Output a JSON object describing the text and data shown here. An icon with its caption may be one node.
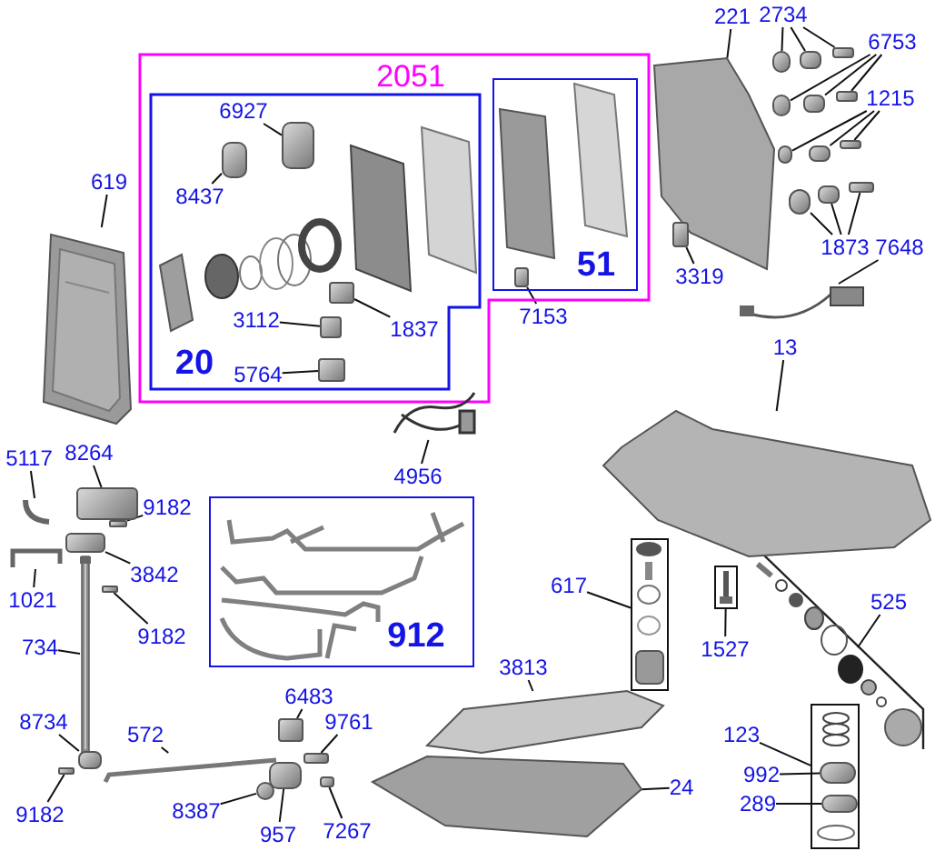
{
  "diagram": {
    "nodes": [
      {
        "text": [
          "2051"
        ]
      },
      {
        "text": [
          "20"
        ],
        "in": 0
      },
      {
        "text": [
          "51"
        ],
        "in": 0
      },
      {
        "text": [
          "6927"
        ],
        "in": 1
      },
      {
        "text": [],
        "shape": "picture",
        "in": 1
      },
      {
        "text": [
          "8437"
        ],
        "in": 1
      },
      {
        "text": [],
        "shape": "picture",
        "in": 1
      },
      {
        "text": [
          "3112"
        ],
        "in": 1
      },
      {
        "text": [],
        "shape": "picture",
        "in": 1
      },
      {
        "text": [
          "1837"
        ],
        "in": 1
      },
      {
        "text": [],
        "shape": "picture",
        "in": 1
      },
      {
        "text": [
          "5764"
        ],
        "in": 1
      },
      {
        "text": [],
        "shape": "picture",
        "in": 1
      },
      {
        "text": [
          "7153"
        ]
      },
      {
        "text": [],
        "shape": "picture",
        "in": 2
      },
      {
        "text": [
          "619"
        ]
      },
      {
        "text": [],
        "shape": "picture"
      },
      {
        "text": [
          "221"
        ]
      },
      {
        "text": [],
        "shape": "picture"
      },
      {
        "text": [
          "2734"
        ]
      },
      {
        "text": [
          "6753"
        ]
      },
      {
        "text": [
          "1215"
        ]
      },
      {
        "text": [],
        "shape": "picture"
      },
      {
        "text": [],
        "shape": "picture"
      },
      {
        "text": [],
        "shape": "picture"
      },
      {
        "text": [],
        "shape": "picture"
      },
      {
        "text": [],
        "shape": "picture"
      },
      {
        "text": [],
        "shape": "picture"
      },
      {
        "text": [],
        "shape": "picture"
      },
      {
        "text": [],
        "shape": "picture"
      },
      {
        "text": [],
        "shape": "picture"
      },
      {
        "text": [],
        "shape": "picture"
      },
      {
        "text": [],
        "shape": "picture"
      },
      {
        "text": [],
        "shape": "picture"
      },
      {
        "text": [
          "1873"
        ]
      },
      {
        "text": [
          "7648"
        ]
      },
      {
        "text": [],
        "shape": "picture"
      },
      {
        "text": [
          "3319"
        ]
      },
      {
        "text": [],
        "shape": "picture"
      },
      {
        "text": [
          "13"
        ]
      },
      {
        "text": [],
        "shape": "picture"
      },
      {
        "text": [
          "4956"
        ]
      },
      {
        "text": [],
        "shape": "picture"
      },
      {
        "text": [
          "912"
        ]
      },
      {
        "text": [
          "5117"
        ]
      },
      {
        "text": [],
        "shape": "picture"
      },
      {
        "text": [
          "8264"
        ]
      },
      {
        "text": [],
        "shape": "picture"
      },
      {
        "text": [
          "9182"
        ]
      },
      {
        "text": [],
        "shape": "picture"
      },
      {
        "text": [
          "3842"
        ]
      },
      {
        "text": [],
        "shape": "picture"
      },
      {
        "text": [
          "1021"
        ]
      },
      {
        "text": [],
        "shape": "picture"
      },
      {
        "text": [
          "9182"
        ]
      },
      {
        "text": [],
        "shape": "picture"
      },
      {
        "text": [
          "734"
        ]
      },
      {
        "text": [],
        "shape": "picture"
      },
      {
        "text": [
          "8734"
        ]
      },
      {
        "text": [],
        "shape": "picture"
      },
      {
        "text": [
          "9182"
        ]
      },
      {
        "text": [],
        "shape": "picture"
      },
      {
        "text": [
          "572"
        ]
      },
      {
        "text": [],
        "shape": "picture"
      },
      {
        "text": [
          "6483"
        ]
      },
      {
        "text": [],
        "shape": "picture"
      },
      {
        "text": [
          "9761"
        ]
      },
      {
        "text": [],
        "shape": "picture"
      },
      {
        "text": [
          "8387"
        ]
      },
      {
        "text": [],
        "shape": "picture"
      },
      {
        "text": [
          "957"
        ]
      },
      {
        "text": [],
        "shape": "picture"
      },
      {
        "text": [
          "7267"
        ]
      },
      {
        "text": [],
        "shape": "picture"
      },
      {
        "text": [
          "617"
        ]
      },
      {
        "text": [],
        "shape": "box"
      },
      {
        "text": [
          "1527"
        ]
      },
      {
        "text": [],
        "shape": "box"
      },
      {
        "text": [
          "525"
        ]
      },
      {
        "text": [
          "3813"
        ]
      },
      {
        "text": [],
        "shape": "picture"
      },
      {
        "text": [
          "24"
        ]
      },
      {
        "text": [],
        "shape": "picture"
      },
      {
        "text": [
          "123"
        ]
      },
      {
        "text": [],
        "shape": "box"
      },
      {
        "text": [
          "992"
        ]
      },
      {
        "text": [],
        "shape": "picture",
        "in": 84
      },
      {
        "text": [
          "289"
        ]
      },
      {
        "text": [],
        "shape": "picture",
        "in": 84
      }
    ],
    "edges": [
      {
        "from": 3,
        "to": 4,
        "arrow": "none"
      },
      {
        "from": 5,
        "to": 6,
        "arrow": "none"
      },
      {
        "from": 7,
        "to": 8,
        "arrow": "none"
      },
      {
        "from": 9,
        "to": 10,
        "arrow": "none"
      },
      {
        "from": 11,
        "to": 12,
        "arrow": "none"
      },
      {
        "from": 13,
        "to": 14,
        "arrow": "none"
      },
      {
        "from": 15,
        "to": 16,
        "arrow": "none"
      },
      {
        "from": 17,
        "to": 18,
        "arrow": "none"
      },
      {
        "from": 19,
        "to": 22,
        "arrow": "none"
      },
      {
        "from": 19,
        "to": 23,
        "arrow": "none"
      },
      {
        "from": 19,
        "to": 24,
        "arrow": "none"
      },
      {
        "from": 20,
        "to": 25,
        "arrow": "none"
      },
      {
        "from": 20,
        "to": 26,
        "arrow": "none"
      },
      {
        "from": 20,
        "to": 27,
        "arrow": "none"
      },
      {
        "from": 21,
        "to": 28,
        "arrow": "none"
      },
      {
        "from": 21,
        "to": 29,
        "arrow": "none"
      },
      {
        "from": 21,
        "to": 30,
        "arrow": "none"
      },
      {
        "from": 34,
        "to": 31,
        "arrow": "none"
      },
      {
        "from": 34,
        "to": 32,
        "arrow": "none"
      },
      {
        "from": 34,
        "to": 33,
        "arrow": "none"
      },
      {
        "from": 35,
        "to": 36,
        "arrow": "none"
      },
      {
        "from": 37,
        "to": 38,
        "arrow": "none"
      },
      {
        "from": 39,
        "to": 40,
        "arrow": "none"
      },
      {
        "from": 41,
        "to": 42,
        "arrow": "none"
      },
      {
        "from": 44,
        "to": 45,
        "arrow": "none"
      },
      {
        "from": 46,
        "to": 47,
        "arrow": "none"
      },
      {
        "from": 48,
        "to": 49,
        "arrow": "none"
      },
      {
        "from": 50,
        "to": 51,
        "arrow": "none"
      },
      {
        "from": 52,
        "to": 53,
        "arrow": "none"
      },
      {
        "from": 54,
        "to": 55,
        "arrow": "none"
      },
      {
        "from": 56,
        "to": 57,
        "arrow": "none"
      },
      {
        "from": 58,
        "to": 59,
        "arrow": "none"
      },
      {
        "from": 60,
        "to": 61,
        "arrow": "none"
      },
      {
        "from": 62,
        "to": 63,
        "arrow": "none"
      },
      {
        "from": 64,
        "to": 65,
        "arrow": "none"
      },
      {
        "from": 66,
        "to": 67,
        "arrow": "none"
      },
      {
        "from": 68,
        "to": 69,
        "arrow": "none"
      },
      {
        "from": 70,
        "to": 71,
        "arrow": "none"
      },
      {
        "from": 72,
        "to": 73,
        "arrow": "none"
      },
      {
        "from": 74,
        "to": 75,
        "arrow": "none"
      },
      {
        "from": 76,
        "to": 77,
        "arrow": "none"
      },
      {
        "from": 78,
        "to": null,
        "arrow": "none"
      },
      {
        "from": 79,
        "to": 80,
        "arrow": "none"
      },
      {
        "from": 81,
        "to": 82,
        "arrow": "none"
      },
      {
        "from": 83,
        "to": 84,
        "arrow": "none"
      },
      {
        "from": 85,
        "to": 86,
        "arrow": "none"
      },
      {
        "from": 87,
        "to": 88,
        "arrow": "none"
      }
    ]
  }
}
